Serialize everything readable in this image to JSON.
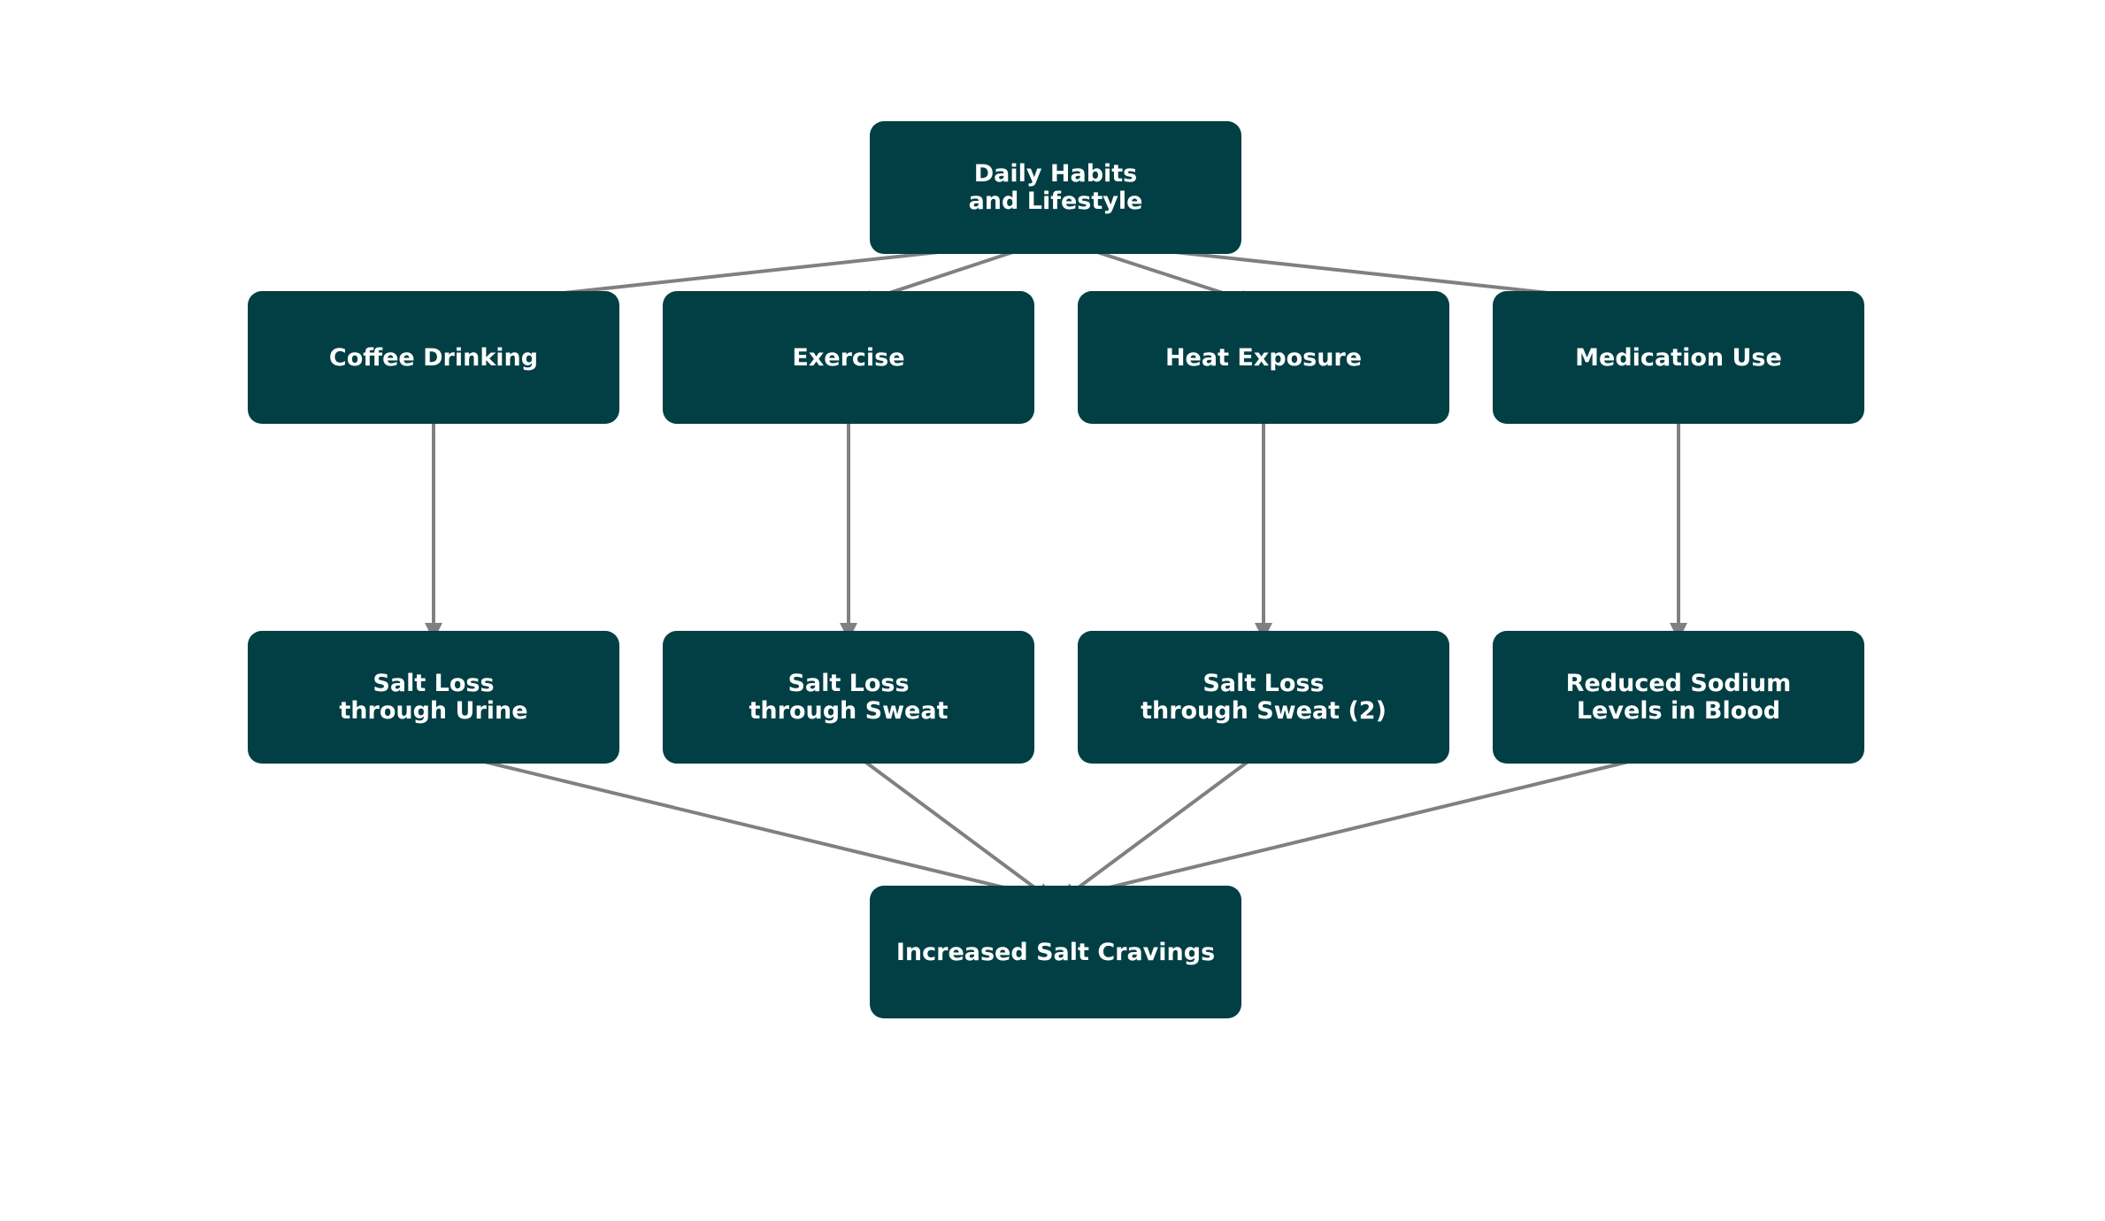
{
  "colors": {
    "node_fill": "#023f44",
    "node_text": "#ffffff",
    "edge": "#808080",
    "background": "#ffffff"
  },
  "nodes": {
    "root": {
      "label": "Daily Habits\nand Lifestyle"
    },
    "coffee": {
      "label": "Coffee Drinking"
    },
    "exercise": {
      "label": "Exercise"
    },
    "heat": {
      "label": "Heat Exposure"
    },
    "medication": {
      "label": "Medication Use"
    },
    "urine": {
      "label": "Salt Loss\nthrough Urine"
    },
    "sweat": {
      "label": "Salt Loss\nthrough Sweat"
    },
    "sweat2": {
      "label": "Salt Loss\nthrough Sweat (2)"
    },
    "sodium": {
      "label": "Reduced Sodium\nLevels in Blood"
    },
    "cravings": {
      "label": "Increased Salt Cravings"
    }
  },
  "edges": [
    {
      "from": "root",
      "to": "coffee"
    },
    {
      "from": "root",
      "to": "exercise"
    },
    {
      "from": "root",
      "to": "heat"
    },
    {
      "from": "root",
      "to": "medication"
    },
    {
      "from": "coffee",
      "to": "urine"
    },
    {
      "from": "exercise",
      "to": "sweat"
    },
    {
      "from": "heat",
      "to": "sweat2"
    },
    {
      "from": "medication",
      "to": "sodium"
    },
    {
      "from": "urine",
      "to": "cravings"
    },
    {
      "from": "sweat",
      "to": "cravings"
    },
    {
      "from": "sweat2",
      "to": "cravings"
    },
    {
      "from": "sodium",
      "to": "cravings"
    }
  ]
}
